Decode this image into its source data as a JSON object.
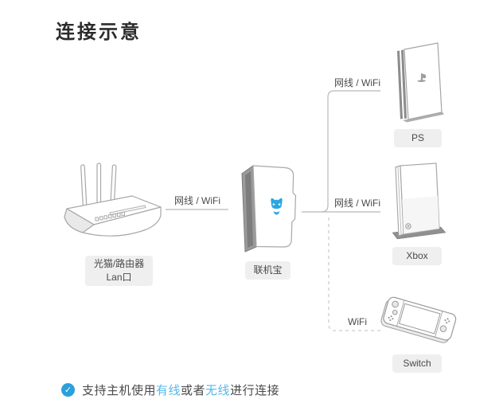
{
  "page": {
    "title": "连接示意",
    "background": "#ffffff"
  },
  "devices": {
    "router": {
      "label_line1": "光猫/路由器",
      "label_line2": "Lan口",
      "icon": "router-icon"
    },
    "hub": {
      "label": "联机宝",
      "icon": "hub-box-icon",
      "logo_icon": "cat-logo-icon"
    },
    "ps": {
      "label": "PS",
      "icon": "playstation-console-icon",
      "logo_icon": "ps-logo-icon"
    },
    "xbox": {
      "label": "Xbox",
      "icon": "xbox-console-icon",
      "logo_icon": "xbox-logo-icon"
    },
    "switch": {
      "label": "Switch",
      "icon": "switch-console-icon"
    }
  },
  "connections": {
    "router_to_hub": "网线 / WiFi",
    "hub_to_ps": "网线 / WiFi",
    "hub_to_xbox": "网线 / WiFi",
    "hub_to_switch": "WiFi",
    "solid_line_color": "#b8b8b8",
    "dashed_line_color": "#c9c9c9"
  },
  "note": {
    "icon": "check-circle-icon",
    "check_glyph": "✓",
    "segments": [
      {
        "text": "支持主机使用",
        "accent": false
      },
      {
        "text": "有线",
        "accent": true
      },
      {
        "text": "或者",
        "accent": false
      },
      {
        "text": "无线",
        "accent": true
      },
      {
        "text": "进行连接",
        "accent": false
      }
    ]
  },
  "colors": {
    "title_text": "#2c2c2c",
    "label_box_bg": "#efefef",
    "label_text": "#4a4a4a",
    "device_outline": "#a5a5a5",
    "device_dark_side": "#8f8f8f",
    "brand_blue": "#2ba6e2",
    "accent_text_blue": "#56b8e8",
    "check_icon_bg": "#2aa0dc"
  }
}
